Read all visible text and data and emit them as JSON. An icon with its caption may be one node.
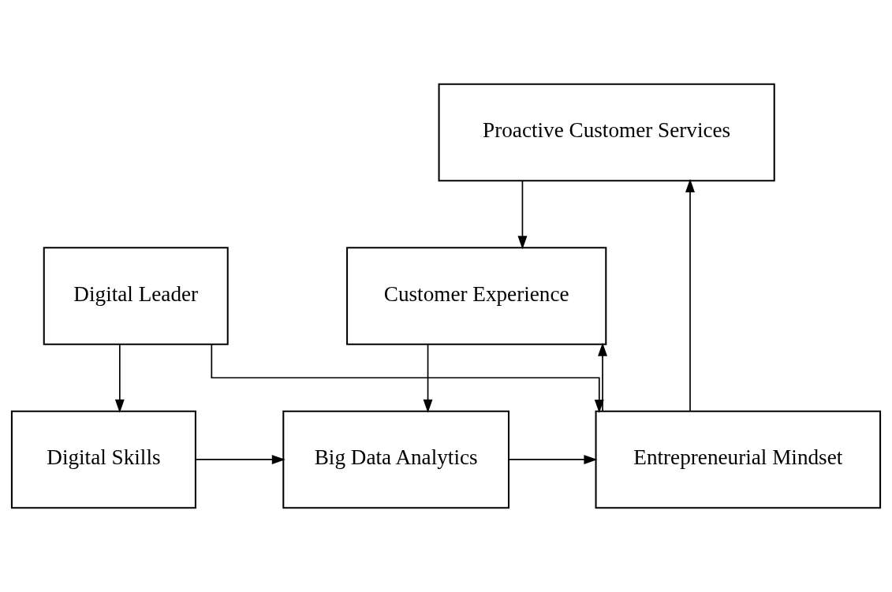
{
  "diagram": {
    "nodes": [
      {
        "text": [
          "Proactive Customer Services"
        ]
      },
      {
        "text": [
          "Customer Experience"
        ]
      },
      {
        "text": [
          "Entrepreneurial Mindset"
        ]
      },
      {
        "text": [
          "Big Data Analytics"
        ]
      },
      {
        "text": [
          "Digital Skills"
        ]
      },
      {
        "text": [
          "Digital Leader"
        ]
      }
    ],
    "edges": [
      {
        "from": 2,
        "to": 0,
        "arrow": "to"
      },
      {
        "from": 0,
        "to": 1,
        "arrow": "to"
      },
      {
        "from": 2,
        "to": 1,
        "arrow": "to"
      },
      {
        "from": 1,
        "to": 3,
        "arrow": "to"
      },
      {
        "from": 3,
        "to": 2,
        "arrow": "to"
      },
      {
        "from": 4,
        "to": 3,
        "arrow": "to"
      },
      {
        "from": 5,
        "to": 2,
        "arrow": "to"
      },
      {
        "from": 5,
        "to": 4,
        "arrow": "to"
      }
    ]
  }
}
